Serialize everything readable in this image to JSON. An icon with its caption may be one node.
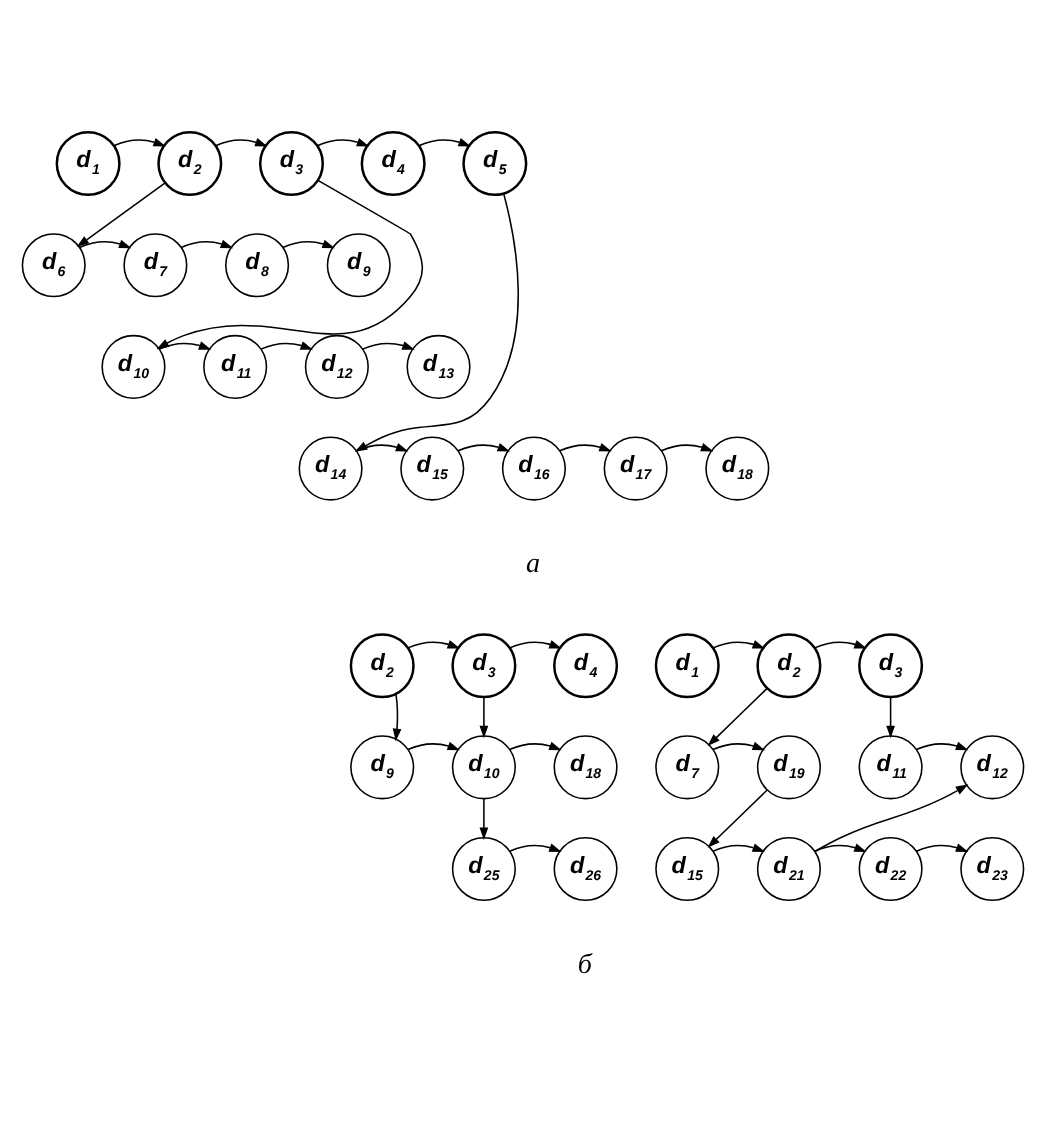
{
  "diagram": {
    "nodes": [
      {
        "text": [
          "d$_{1}$"
        ]
      },
      {
        "text": [
          "d$_{2}$"
        ]
      },
      {
        "text": [
          "d$_{3}$"
        ]
      },
      {
        "text": [
          "d$_{4}$"
        ]
      },
      {
        "text": [
          "d$_{5}$"
        ]
      },
      {
        "text": [
          "d$_{6}$"
        ]
      },
      {
        "text": [
          "d$_{7}$"
        ]
      },
      {
        "text": [
          "d$_{8}$"
        ]
      },
      {
        "text": [
          "d$_{9}$"
        ]
      },
      {
        "text": [
          "d$_{10}$"
        ]
      },
      {
        "text": [
          "d$_{11}$"
        ]
      },
      {
        "text": [
          "d$_{12}$"
        ]
      },
      {
        "text": [
          "d$_{13}$"
        ]
      },
      {
        "text": [
          "d$_{14}$"
        ]
      },
      {
        "text": [
          "d$_{15}$"
        ]
      },
      {
        "text": [
          "d$_{16}$"
        ]
      },
      {
        "text": [
          "d$_{17}$"
        ]
      },
      {
        "text": [
          "d$_{18}$"
        ]
      },
      {
        "text": [
          "d$_{2}$"
        ]
      },
      {
        "text": [
          "d$_{3}$"
        ]
      },
      {
        "text": [
          "d$_{4}$"
        ]
      },
      {
        "text": [
          "d$_{9}$"
        ]
      },
      {
        "text": [
          "d$_{10}$"
        ]
      },
      {
        "text": [
          "d$_{18}$"
        ]
      },
      {
        "text": [
          "d$_{25}$"
        ]
      },
      {
        "text": [
          "d$_{26}$"
        ]
      },
      {
        "text": [
          "d$_{1}$"
        ]
      },
      {
        "text": [
          "d$_{2}$"
        ]
      },
      {
        "text": [
          "d$_{3}$"
        ]
      },
      {
        "text": [
          "d$_{7}$"
        ]
      },
      {
        "text": [
          "d$_{19}$"
        ]
      },
      {
        "text": [
          "d$_{11}$"
        ]
      },
      {
        "text": [
          "d$_{12}$"
        ]
      },
      {
        "text": [
          "d$_{15}$"
        ]
      },
      {
        "text": [
          "d$_{21}$"
        ]
      },
      {
        "text": [
          "d$_{22}$"
        ]
      },
      {
        "text": [
          "d$_{23}$"
        ]
      }
    ],
    "edges": [
      {
        "from": 0,
        "to": 1,
        "arrow": "to"
      },
      {
        "from": 1,
        "to": 2,
        "arrow": "to"
      },
      {
        "from": 2,
        "to": 3,
        "arrow": "to"
      },
      {
        "from": 3,
        "to": 4,
        "arrow": "to"
      },
      {
        "from": 1,
        "to": 5,
        "arrow": "to"
      },
      {
        "from": 2,
        "to": 9,
        "arrow": "to"
      },
      {
        "from": 4,
        "to": 13,
        "arrow": "to"
      },
      {
        "from": 5,
        "to": 6,
        "arrow": "to"
      },
      {
        "from": 6,
        "to": 7,
        "arrow": "to"
      },
      {
        "from": 7,
        "to": 8,
        "arrow": "to"
      },
      {
        "from": 9,
        "to": 10,
        "arrow": "to"
      },
      {
        "from": 10,
        "to": 11,
        "arrow": "to"
      },
      {
        "from": 11,
        "to": 12,
        "arrow": "to"
      },
      {
        "from": 13,
        "to": 14,
        "arrow": "to"
      },
      {
        "from": 14,
        "to": 15,
        "arrow": "to"
      },
      {
        "from": 15,
        "to": 16,
        "arrow": "to"
      },
      {
        "from": 16,
        "to": 17,
        "arrow": "to"
      },
      {
        "from": 18,
        "to": 19,
        "arrow": "to"
      },
      {
        "from": 19,
        "to": 20,
        "arrow": "to"
      },
      {
        "from": 18,
        "to": 21,
        "arrow": "to"
      },
      {
        "from": 19,
        "to": 22,
        "arrow": "to"
      },
      {
        "from": 21,
        "to": 22,
        "arrow": "to"
      },
      {
        "from": 22,
        "to": 23,
        "arrow": "to"
      },
      {
        "from": 22,
        "to": 24,
        "arrow": "to"
      },
      {
        "from": 24,
        "to": 25,
        "arrow": "to"
      },
      {
        "from": 26,
        "to": 27,
        "arrow": "to"
      },
      {
        "from": 27,
        "to": 28,
        "arrow": "to"
      },
      {
        "from": 27,
        "to": 29,
        "arrow": "to"
      },
      {
        "from": 28,
        "to": 31,
        "arrow": "to"
      },
      {
        "from": 29,
        "to": 30,
        "arrow": "to"
      },
      {
        "from": 31,
        "to": 32,
        "arrow": "to"
      },
      {
        "from": 30,
        "to": 33,
        "arrow": "to"
      },
      {
        "from": 33,
        "to": 34,
        "arrow": "to"
      },
      {
        "from": 34,
        "to": 32,
        "arrow": "to"
      },
      {
        "from": 34,
        "to": 35,
        "arrow": "to"
      },
      {
        "from": 35,
        "to": 36,
        "arrow": "to"
      }
    ],
    "labels": [
      "а",
      "б"
    ]
  }
}
